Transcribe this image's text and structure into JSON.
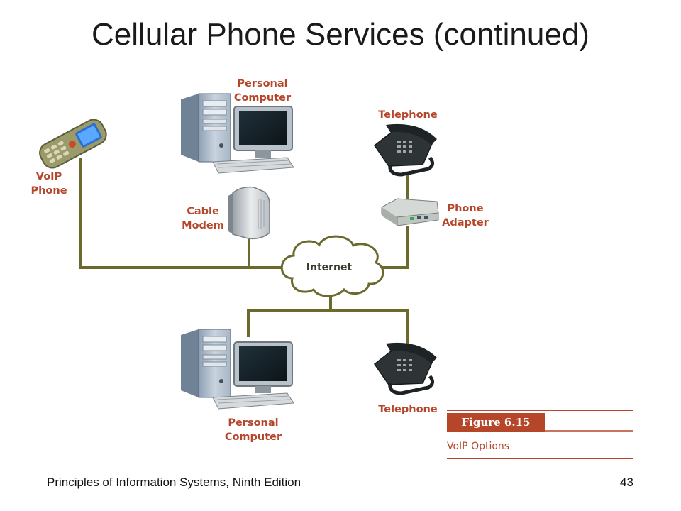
{
  "slide": {
    "title": "Cellular Phone Services (continued)",
    "footer": "Principles of Information Systems, Ninth Edition",
    "page_number": "43"
  },
  "diagram": {
    "labels": {
      "voip_phone": [
        "VoIP",
        "Phone"
      ],
      "personal_computer_top": [
        "Personal",
        "Computer"
      ],
      "telephone_top": "Telephone",
      "cable_modem": [
        "Cable",
        "Modem"
      ],
      "phone_adapter": [
        "Phone",
        "Adapter"
      ],
      "internet": "Internet",
      "personal_computer_bottom": [
        "Personal",
        "Computer"
      ],
      "telephone_bottom": "Telephone"
    },
    "figure": {
      "number": "Figure 6.15",
      "caption": "VoIP Options"
    },
    "colors": {
      "line": "#6b6a2c",
      "label": "#b5462a",
      "figure_band": "#b5462a"
    }
  }
}
